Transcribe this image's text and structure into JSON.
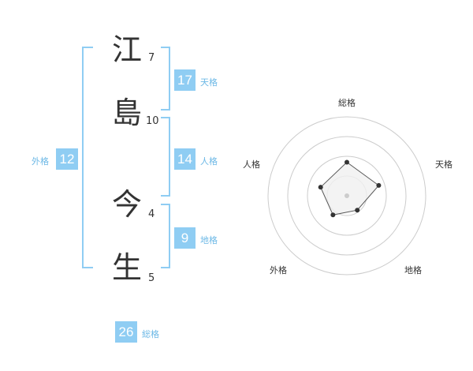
{
  "name": {
    "chars": [
      {
        "char": "江",
        "strokes": "7"
      },
      {
        "char": "島",
        "strokes": "10"
      },
      {
        "char": "今",
        "strokes": "4"
      },
      {
        "char": "生",
        "strokes": "5"
      }
    ]
  },
  "kakusu": {
    "tenkaku": {
      "value": "17",
      "label": "天格"
    },
    "jinkaku": {
      "value": "14",
      "label": "人格"
    },
    "chikaku": {
      "value": "9",
      "label": "地格"
    },
    "gaikaku": {
      "value": "12",
      "label": "外格"
    },
    "soukaku": {
      "value": "26",
      "label": "総格"
    }
  },
  "chart_data": {
    "type": "radar",
    "axes": [
      "総格",
      "天格",
      "地格",
      "外格",
      "人格"
    ],
    "values": [
      17,
      17,
      9,
      12,
      14
    ],
    "max": 40,
    "rings": 4,
    "colors": {
      "ring": "#cccccc",
      "fill": "#f0f0f0",
      "line": "#555555",
      "point": "#333333",
      "center": "#cccccc"
    }
  },
  "colors": {
    "accent": "#8fcdf3",
    "label": "#6cb8e6",
    "text": "#333333"
  }
}
